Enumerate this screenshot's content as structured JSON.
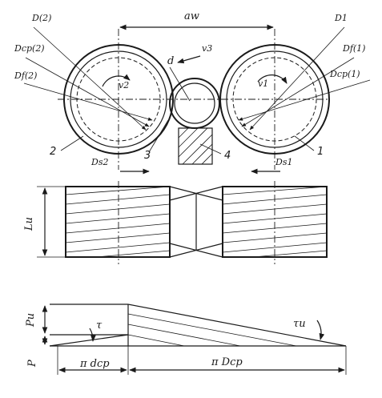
{
  "labels": {
    "aw": "aw",
    "v3": "v3",
    "d": "d",
    "v2": "v2",
    "v1": "v1",
    "D2": "D(2)",
    "Dcp2": "Dcp(2)",
    "Df2": "Df(2)",
    "D1": "D1",
    "Df1": "Df(1)",
    "Dcp1": "Dcp(1)",
    "Ds2": "Ds2",
    "Ds1": "Ds1",
    "n2": "2",
    "n3": "3",
    "n4": "4",
    "n1": "1",
    "Lu": "Lu",
    "Pu": "Pu",
    "P": "P",
    "tau": "τ",
    "tau_u": "τu",
    "pi_dcp": "π dcp",
    "pi_Dcp": "π Dcp"
  }
}
